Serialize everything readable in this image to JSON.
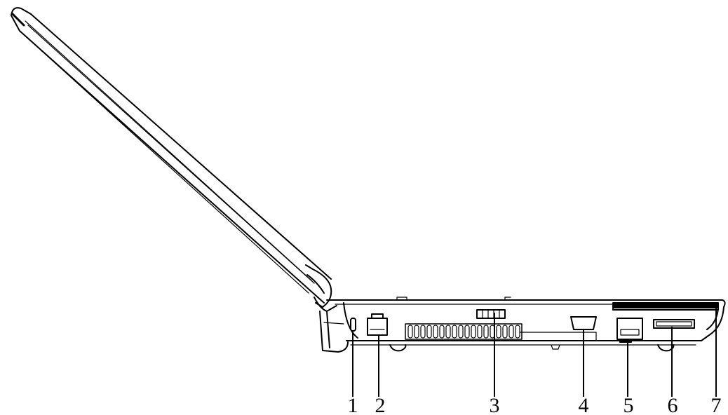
{
  "callouts": [
    {
      "number": "1",
      "feature": "kensington-lock-slot"
    },
    {
      "number": "2",
      "feature": "rj45-lan-port"
    },
    {
      "number": "3",
      "feature": "air-vent"
    },
    {
      "number": "4",
      "feature": "vga-port"
    },
    {
      "number": "5",
      "feature": "usb-port"
    },
    {
      "number": "6",
      "feature": "card-reader-slot"
    },
    {
      "number": "7",
      "feature": "expresscard-slot"
    }
  ],
  "colors": {
    "line": "#000000",
    "background": "#ffffff"
  }
}
